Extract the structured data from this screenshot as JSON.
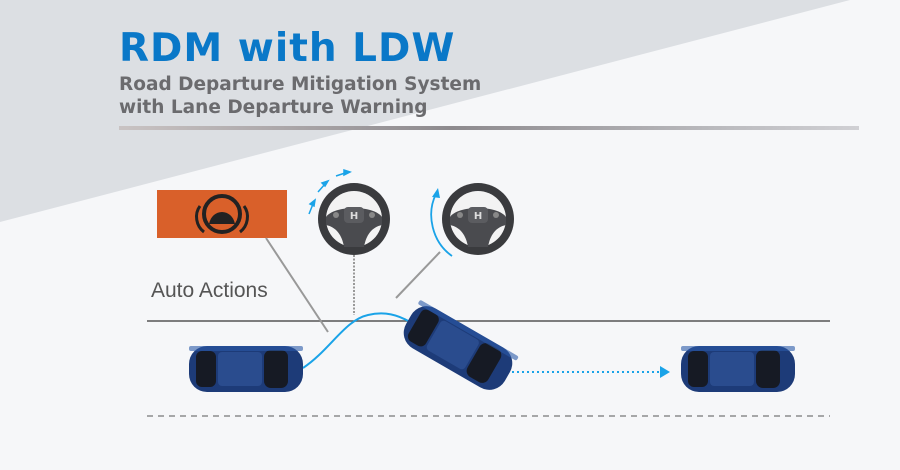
{
  "header": {
    "title": "RDM with LDW",
    "subtitle_line1": "Road Departure Mitigation System",
    "subtitle_line2": "with Lane Departure Warning"
  },
  "diagram": {
    "label": "Auto Actions",
    "warning_icon": "steering-wheel-warning-icon",
    "logo_text": "H",
    "colors": {
      "title": "#0a78c8",
      "warning_box": "#d9602a",
      "path": "#1aa3e8",
      "car": "#1d3b78"
    }
  }
}
